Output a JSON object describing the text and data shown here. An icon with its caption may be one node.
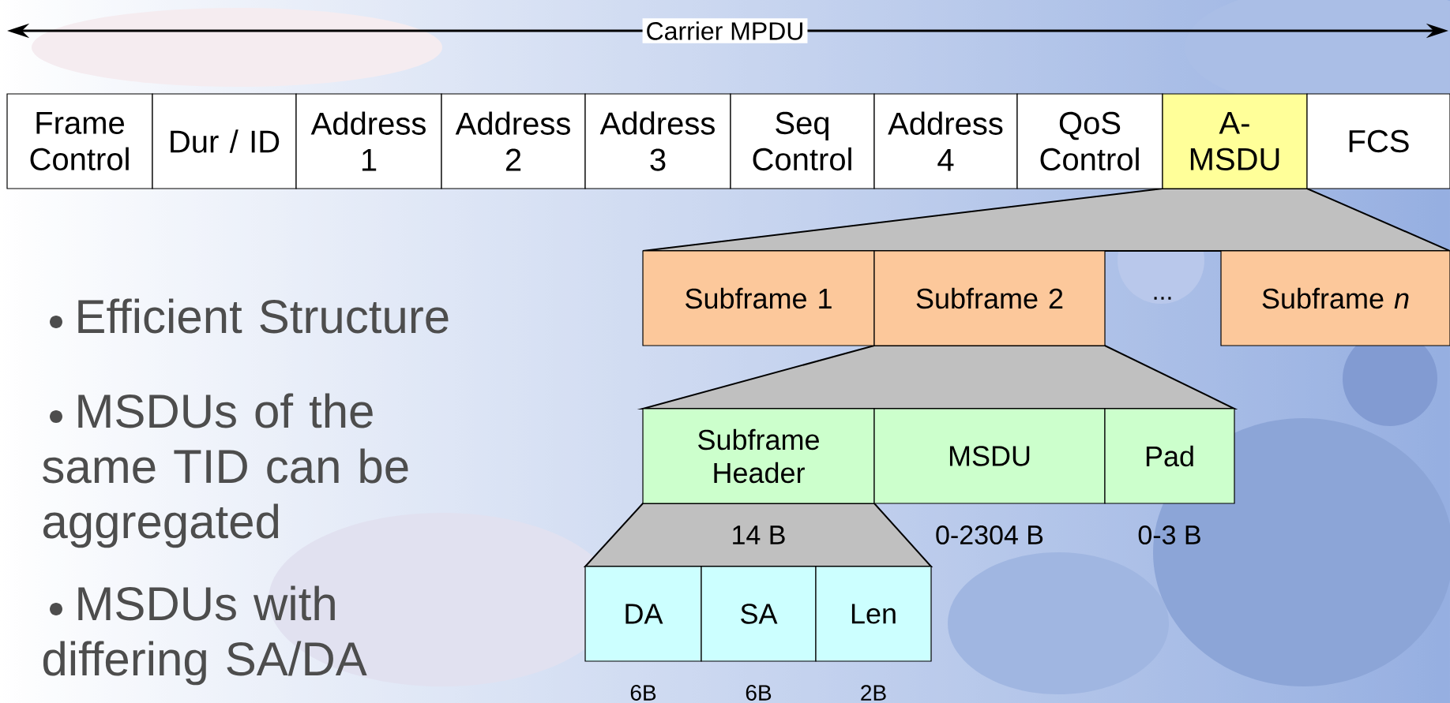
{
  "diagram": {
    "nodes": [
      {
        "text": [
          "Frame Control"
        ]
      },
      {
        "text": [
          "Dur / ID"
        ]
      },
      {
        "text": [
          "Address 1"
        ]
      },
      {
        "text": [
          "Address 2"
        ]
      },
      {
        "text": [
          "Address 3"
        ]
      },
      {
        "text": [
          "Seq Control"
        ]
      },
      {
        "text": [
          "Address 4"
        ]
      },
      {
        "text": [
          "QoS Control"
        ]
      },
      {
        "text": [
          "A-MSDU"
        ]
      },
      {
        "text": [
          "FCS"
        ]
      },
      {
        "text": [
          "Subframe 1"
        ]
      },
      {
        "text": [
          "Subframe 2"
        ]
      },
      {
        "text": [
          "Subframe *n*"
        ]
      },
      {
        "text": [
          "Subframe Header"
        ],
        "beside": [
          "14 B"
        ]
      },
      {
        "text": [
          "MSDU"
        ],
        "beside": [
          "0-2304 B"
        ]
      },
      {
        "text": [
          "Pad"
        ],
        "beside": [
          "0-3 B"
        ]
      },
      {
        "text": [
          "DA"
        ],
        "beside": [
          "6B"
        ]
      },
      {
        "text": [
          "SA"
        ],
        "beside": [
          "6B"
        ]
      },
      {
        "text": [
          "Len"
        ],
        "beside": [
          "2B"
        ]
      }
    ],
    "labels": [
      "Carrier MPDU",
      "...",
      "Efficient Structure",
      "MSDUs of the same TID can be aggregated",
      "MSDUs with differing SA/DA"
    ]
  }
}
